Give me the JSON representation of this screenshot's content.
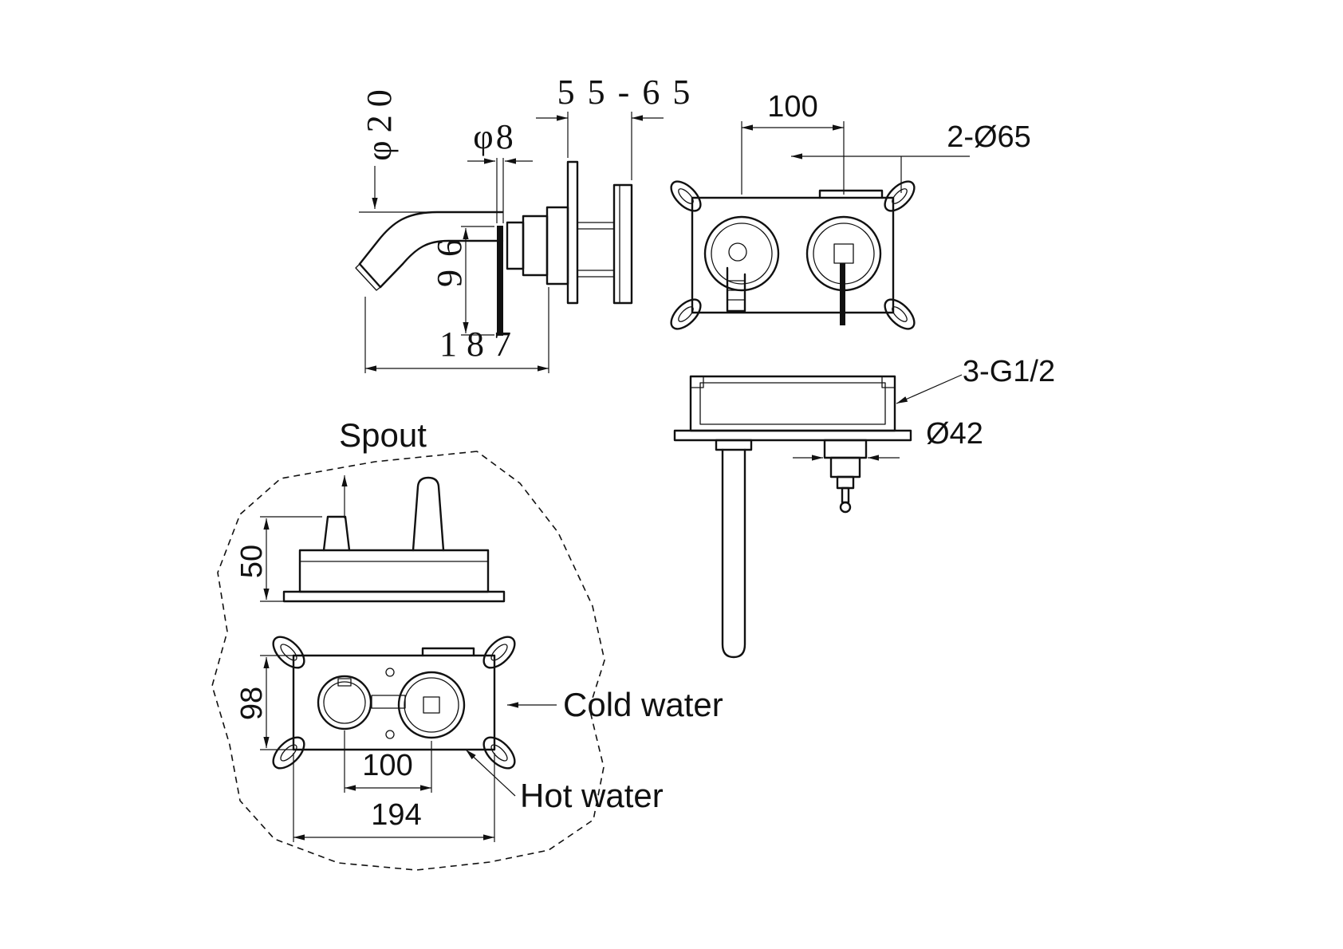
{
  "drawing": {
    "side_view": {
      "spout_diameter": "φ20",
      "wall_depth_range": "55-65",
      "handle_diameter": "φ8",
      "handle_length": "96",
      "spout_reach": "187"
    },
    "front_view": {
      "hole_spacing": "100",
      "trim_holes": "2-Ø65"
    },
    "section_view": {
      "inlet_thread": "3-G1/2",
      "cartridge_diameter": "Ø42"
    },
    "rough_in_view": {
      "spout_label": "Spout",
      "cold_water_label": "Cold water",
      "hot_water_label": "Hot water",
      "depth": "50",
      "body_height": "98",
      "inlet_spacing": "100",
      "body_width": "194"
    }
  },
  "colors": {
    "line": "#111111",
    "background": "#ffffff"
  }
}
